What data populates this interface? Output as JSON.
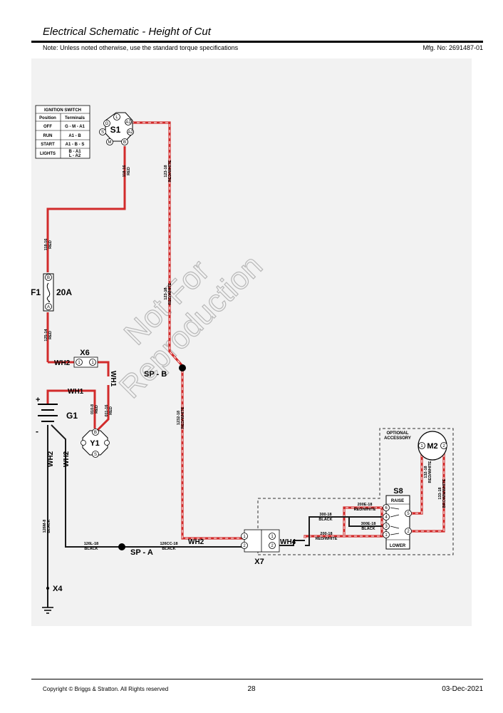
{
  "header": {
    "title": "Electrical Schematic - Height of Cut",
    "note": "Note: Unless noted otherwise, use the standard torque specifications",
    "mfg_no": "Mfg. No: 2691487-01"
  },
  "footer": {
    "copyright": "Copyright ©  Briggs & Stratton. All Rights reserved",
    "page": "28",
    "date": "03-Dec-2021"
  },
  "watermark": {
    "line1": "Not For",
    "line2": "Reproduction"
  },
  "ignition_table": {
    "title": "IGNITION SWITCH",
    "col1": "Position",
    "col2": "Terminals",
    "rows": [
      {
        "pos": "OFF",
        "term": "G - M - A1"
      },
      {
        "pos": "RUN",
        "term": "A1 - B"
      },
      {
        "pos": "START",
        "term": "A1 - B - S"
      },
      {
        "pos": "LIGHTS",
        "term": "B - A1",
        "term2": "L - A2"
      }
    ]
  },
  "colors": {
    "red": "#d22b2b",
    "black": "#1a1a1a",
    "bg": "#f2f2f2",
    "white": "#ffffff"
  },
  "components": {
    "s1": {
      "label": "S1",
      "pins": {
        "l": "L",
        "a1": "A1",
        "g": "G",
        "s": "S",
        "a2": "A2",
        "m": "M",
        "b": "B"
      }
    },
    "f1": {
      "label": "F1",
      "rating": "20A",
      "pin_top": "B",
      "pin_bot": "A"
    },
    "x6": {
      "label": "X6",
      "pin1": "1",
      "pin2": "1"
    },
    "g1": {
      "label": "G1",
      "plus": "+",
      "minus": "-"
    },
    "y1": {
      "label": "Y1",
      "pin_b": "B",
      "pin_s": "S"
    },
    "sp_b": "SP - B",
    "sp_a": "SP - A",
    "x7": {
      "label": "X7",
      "pins": [
        "1",
        "2",
        "1",
        "2"
      ]
    },
    "x4": "X4",
    "m2": {
      "label": "M2",
      "pin1": "1",
      "pin2": "2"
    },
    "s8": {
      "label": "S8",
      "raise": "RAISE",
      "lower": "LOWER",
      "pins": [
        "6",
        "4",
        "3",
        "1",
        "5",
        "2"
      ]
    },
    "optional": {
      "line1": "OPTIONAL",
      "line2": "ACCESSORY"
    }
  },
  "wires": {
    "w118a": {
      "num": "118-16",
      "color": "RED"
    },
    "w123a": {
      "num": "123-18",
      "color": "RED/WHITE"
    },
    "w118b": {
      "num": "118-16",
      "color": "RED"
    },
    "w123b": {
      "num": "123-18",
      "color": "RED/WHITE"
    },
    "w125": {
      "num": "125-14",
      "color": "RED"
    },
    "w010": {
      "num": "010-8",
      "color": "RED"
    },
    "w011": {
      "num": "011-16",
      "color": "RED"
    },
    "w1232": {
      "num": "1232-18",
      "color": "RED/WHITE"
    },
    "w126m": {
      "num": "126M-8",
      "color": "BLACK"
    },
    "w126l": {
      "num": "126L-18",
      "color": "BLACK"
    },
    "w126cc": {
      "num": "126CC-18",
      "color": "BLACK"
    },
    "w300": {
      "num": "300-18",
      "color": "BLACK"
    },
    "w200": {
      "num": "200-18",
      "color": "RED/WHITE"
    },
    "w200e": {
      "num": "200E-18",
      "color": "RED/WHITE"
    },
    "w300e": {
      "num": "300E-18",
      "color": "BLACK"
    },
    "w132": {
      "num": "132-18",
      "color": "RED/WHITE"
    },
    "w133": {
      "num": "133-18",
      "color": "BROWN/WHITE"
    }
  },
  "harness": {
    "wh2_x6": "WH2",
    "wh1_x6": "WH1",
    "wh1_g1": "WH1",
    "wh2_a": "WH2",
    "wh2_b": "WH2",
    "wh2_x7": "WH2",
    "wh4": "WH4"
  }
}
